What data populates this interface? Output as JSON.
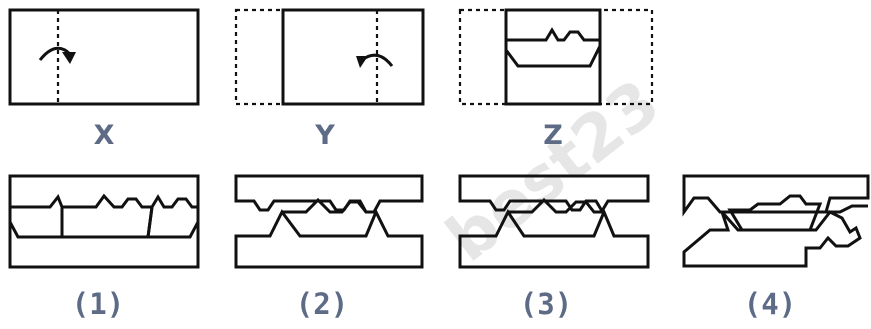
{
  "figure_labels": {
    "x": "X",
    "y": "Y",
    "z": "Z"
  },
  "option_labels": [
    "(1)",
    "(2)",
    "(3)",
    "(4)"
  ],
  "watermark": "best23"
}
